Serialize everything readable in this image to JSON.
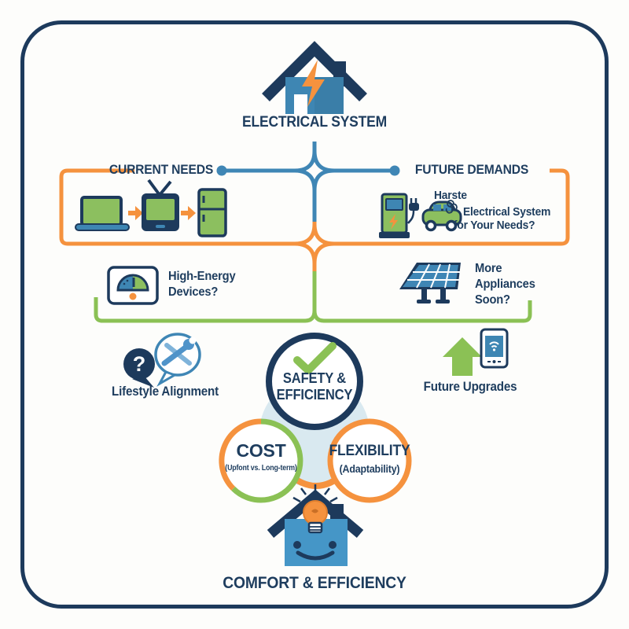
{
  "diagram": {
    "title": "ELECTRICAL SYSTEM",
    "footer": "COMFORT & EFFICIENCY",
    "branches": {
      "current": {
        "label": "CURRENT NEEDS"
      },
      "future": {
        "label": "FUTURE DEMANDS",
        "caption_lines": [
          "Harste",
          "Electrical System",
          "for Your Needs?"
        ]
      }
    },
    "questions": {
      "high_energy": {
        "lines": [
          "High-Energy",
          "Devices?"
        ]
      },
      "more_appliances": {
        "lines": [
          "More",
          "Appliances",
          "Soon?"
        ]
      }
    },
    "considerations": {
      "lifestyle": "Lifestyle Alignment",
      "upgrades": "Future Upgrades"
    },
    "criteria": {
      "safety": {
        "lines": [
          "SAFETY &",
          "EFFICIENCY"
        ]
      },
      "cost": {
        "label": "COST",
        "sub": "(Upfont vs. Long-term)"
      },
      "flexibility": {
        "label": "FLEXIBILITY",
        "sub": "(Adaptability)"
      }
    },
    "glyphs": {
      "question_mark": "?"
    },
    "colors": {
      "navy": "#1d3a5c",
      "text_navy": "#1e3d5e",
      "line_blue": "#3f86b5",
      "orange": "#f5923e",
      "green": "#8bc155",
      "icon_green": "#8cbf5f",
      "pale_blue": "#d9e9f0",
      "house_blue": "#4596c7"
    }
  }
}
